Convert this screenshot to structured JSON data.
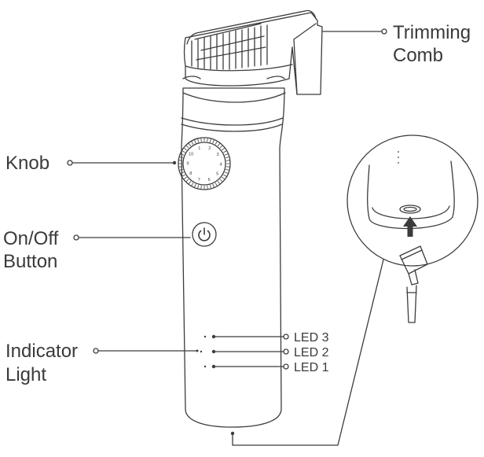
{
  "colors": {
    "line": "#3c3c3c",
    "text": "#3a3a3a",
    "background": "#ffffff"
  },
  "labels": {
    "trimming_comb": [
      "Trimming",
      "Comb"
    ],
    "knob": "Knob",
    "on_off_button": [
      "On/Off",
      "Button"
    ],
    "indicator_light": [
      "Indicator",
      "Light"
    ],
    "led_3": "LED 3",
    "led_2": "LED 2",
    "led_1": "LED 1"
  },
  "knob_dial": {
    "numbers": [
      "1",
      "2",
      "3",
      "4",
      "5",
      "6",
      "7",
      "8",
      "9",
      "10"
    ]
  },
  "icons": {
    "power": "power-icon",
    "arrow": "arrow-up-icon"
  }
}
